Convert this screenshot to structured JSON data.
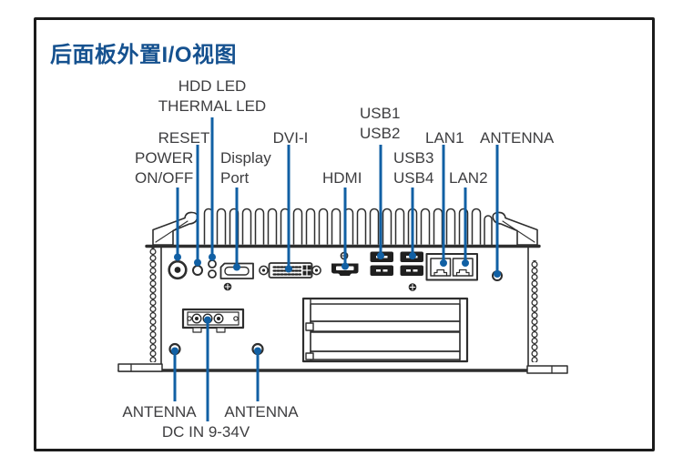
{
  "title": "后面板外置I/O视图",
  "colors": {
    "title_blue": "#15518f",
    "leader_blue": "#1160a4",
    "label_gray": "#3e3e40",
    "lineart_dark": "#2e2e2e",
    "frame_border": "#1b1b1b"
  },
  "labels": {
    "hdd_thermal_led": "HDD LED\nTHERMAL LED",
    "reset": "RESET",
    "power": "POWER\nON/OFF",
    "display_port": "Display\nPort",
    "dvi": "DVI-I",
    "hdmi": "HDMI",
    "usb12": "USB1\nUSB2",
    "usb34": "USB3\nUSB4",
    "lan1": "LAN1",
    "lan2": "LAN2",
    "antenna_right": "ANTENNA",
    "antenna_bottom_left": "ANTENNA",
    "antenna_bottom_mid": "ANTENNA",
    "dc_in": "DC IN 9-34V"
  },
  "icons": {
    "power-button-icon": "circle-with-center-dot",
    "reset-hole-icon": "small-circle",
    "hdd-led-icon": "small-circle",
    "thermal-led-icon": "small-circle",
    "displayport-icon": "displayport-connector-outline",
    "dvi-icon": "dvi-connector-with-pin-grid",
    "hdmi-icon": "hdmi-connector-filled",
    "usb-port-icon": "usb-type-a-filled",
    "lan-port-icon": "rj45-outline",
    "antenna-hole-icon": "circle-ring",
    "dc-terminal-icon": "3-pin-terminal-block",
    "heatsink-icon": "fin-row",
    "expansion-slot-icon": "blank-slot-covers",
    "leader-line": "blue-vertical-line-with-dot"
  }
}
